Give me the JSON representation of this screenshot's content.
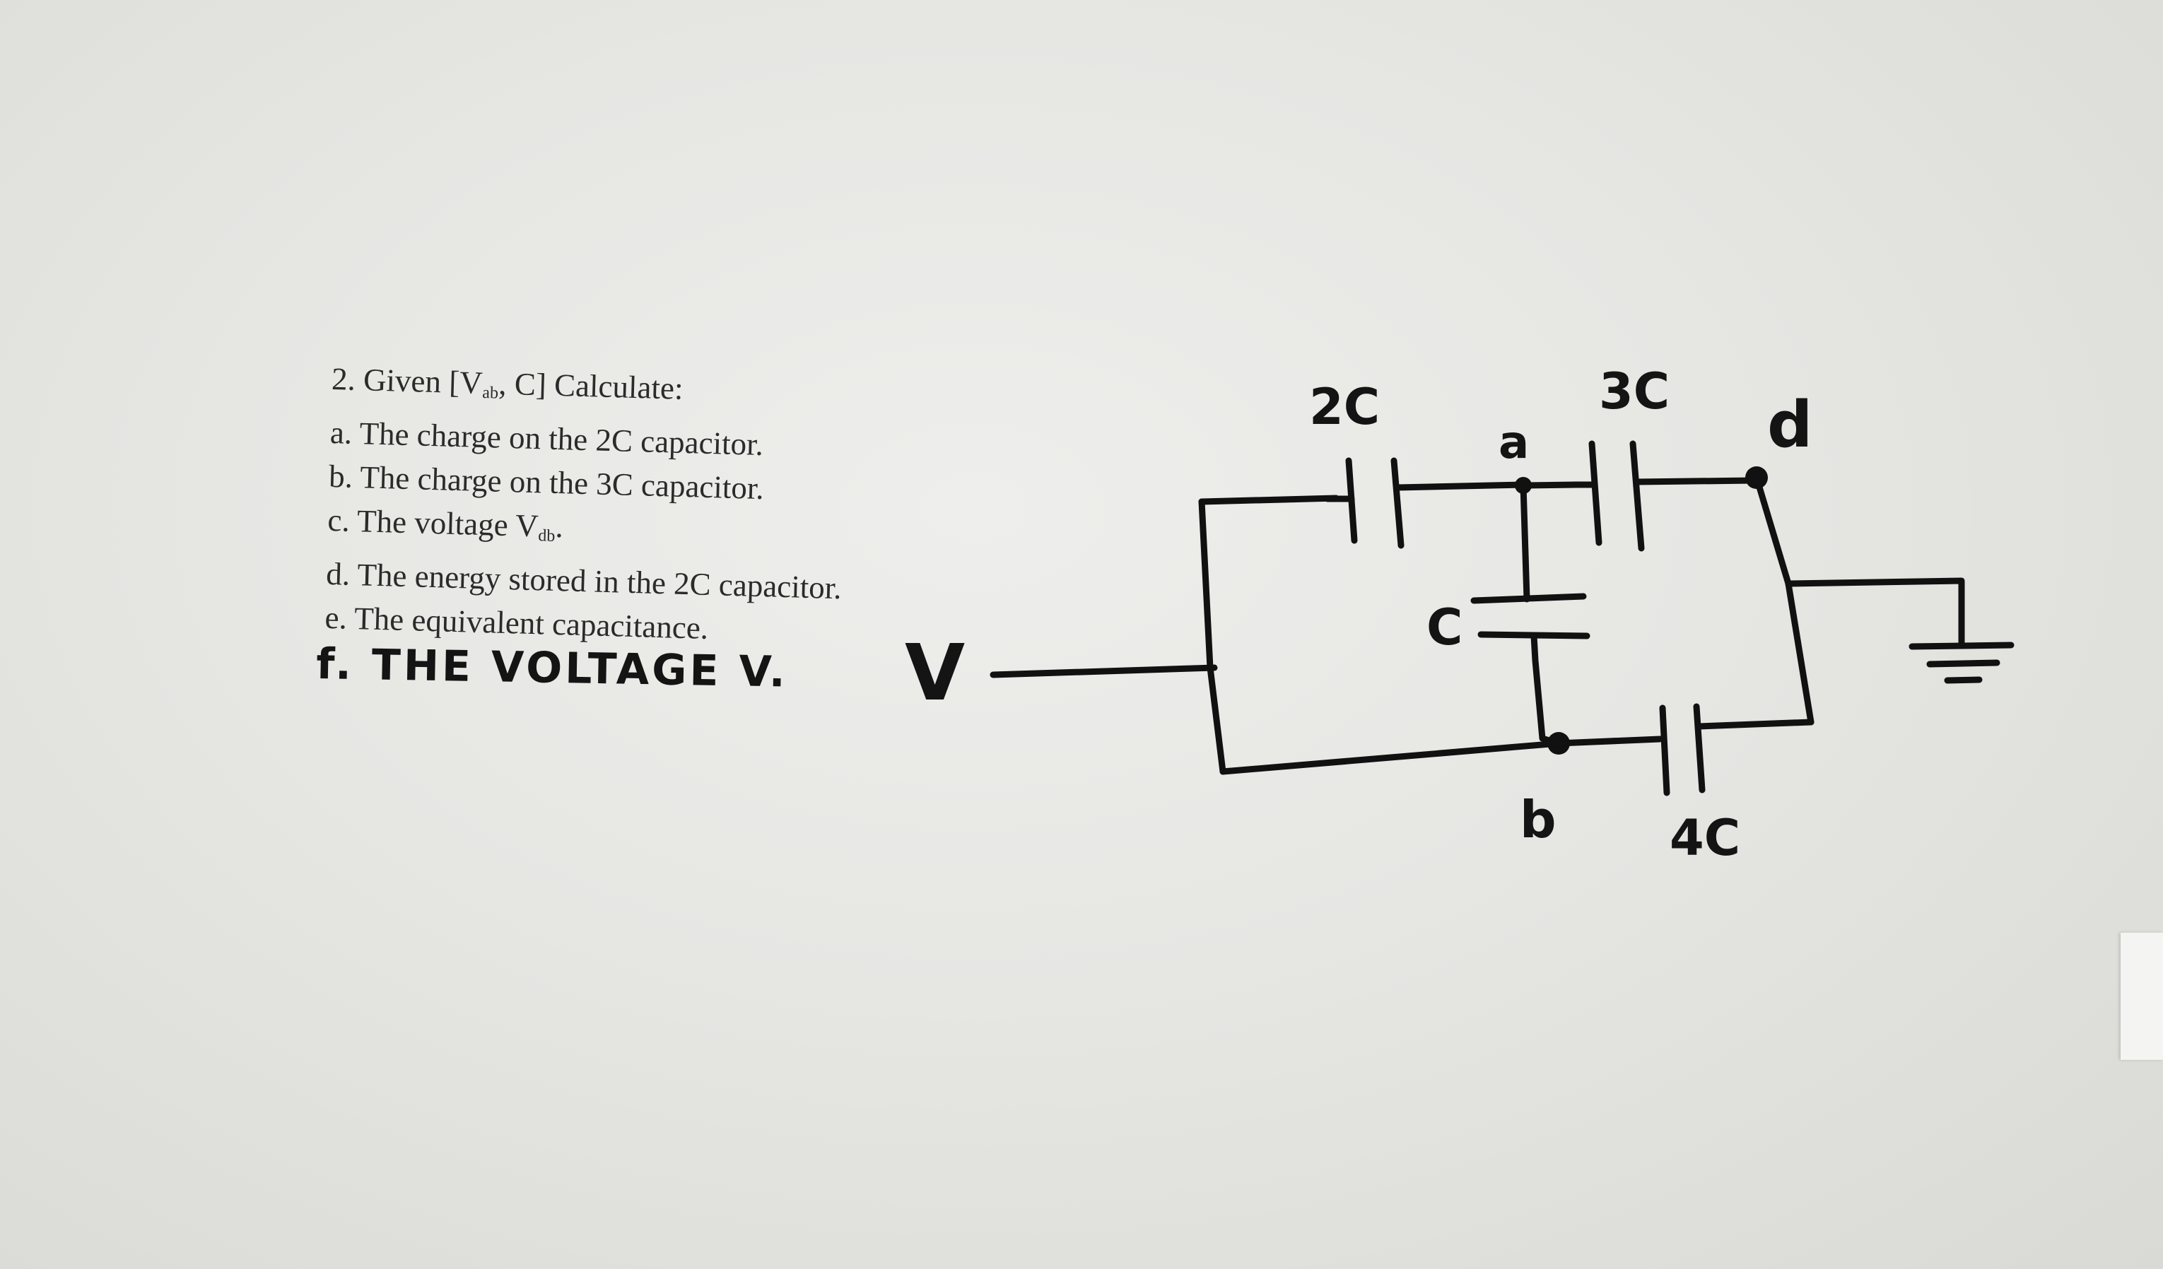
{
  "problem": {
    "title_prefix": "2. Given [V",
    "title_sub": "ab",
    "title_suffix": ", C] Calculate:",
    "item_a": "a. The charge on the 2C capacitor.",
    "item_b": "b. The charge on the 3C capacitor.",
    "item_c_prefix": "c. The voltage V",
    "item_c_sub": "db",
    "item_c_suffix": ".",
    "item_d": "d. The energy stored in the 2C capacitor.",
    "item_e": "e. The equivalent capacitance."
  },
  "handwritten_note": "f. THE VOLTAGE V.",
  "circuit": {
    "source_label": "V",
    "capacitors": {
      "top_left": "2C",
      "top_right": "3C",
      "middle": "C",
      "bottom": "4C"
    },
    "nodes": {
      "a": "a",
      "b": "b",
      "d": "d"
    }
  }
}
